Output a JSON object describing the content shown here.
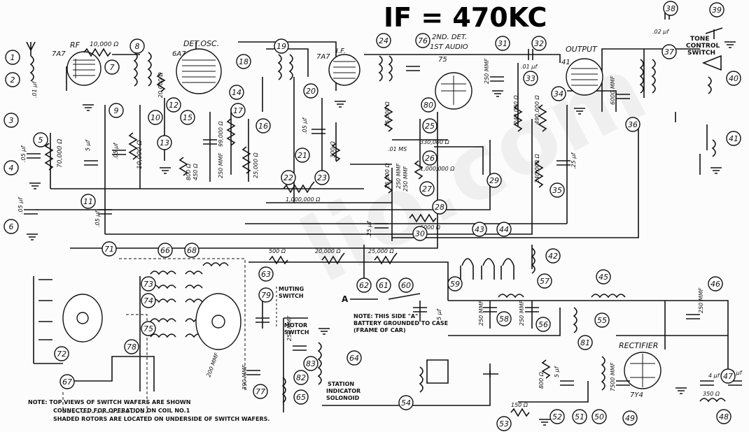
{
  "title": "IF = 470KC",
  "tubes": {
    "rf": {
      "func": "RF",
      "type": "7A7"
    },
    "det": {
      "func": "DET.OSC.",
      "type": "6A7"
    },
    "if": {
      "func": "I.F.",
      "type": "7A7"
    },
    "audio": {
      "func1": "2ND. DET.",
      "func2": "1ST AUDIO",
      "type": "75"
    },
    "output": {
      "func": "OUTPUT",
      "type": "41"
    },
    "rect": {
      "func": "RECTIFIER",
      "type": "7Y4"
    }
  },
  "tone": {
    "line1": "TONE",
    "line2": "CONTROL",
    "line3": "SWITCH"
  },
  "values": {
    "r7": "10,000 Ω",
    "c2": ".01 μf",
    "c4": ".05 μf",
    "r5": "70,000 Ω",
    "c6": ".05 μf",
    "c11a": ".05 μf",
    "c9": ".05 μf",
    "c5u": "5 μf",
    "r10": "10,000 Ω",
    "r12": "20,000 Ω",
    "r13": "800 Ω",
    "c15": "450 Ω",
    "r14": "99,000 Ω",
    "c17": "250 MMF",
    "r16": "25,000 Ω",
    "c21": ".05 μf",
    "r23": "300 Ω",
    "r22": "1,000,000 Ω",
    "r24": "25,000 Ω",
    "c26": ".01 MS",
    "r25": "330,000 Ω",
    "r29": "1,000,000 Ω",
    "c80": "250 MMF",
    "r28": "25,000 Ω",
    "c27": "250 MMF",
    "r30": "6000 Ω",
    "c11b": ".25 μf",
    "c31": "250 MMF",
    "c32": ".01 μf",
    "r33": "240,000 Ω",
    "r34": "490,000 Ω",
    "r35": "240,000 Ω",
    "c11c": ".25 μf",
    "c36": "6000 MMF",
    "c38": ".02 μf",
    "r62": "20,000 Ω",
    "r61": "25,000 Ω",
    "r63": "500 Ω",
    "c58": "250 MMF",
    "c59": "5 μf",
    "c56": "250 MMF",
    "c46": "250 MMF",
    "r52": "800 Ω",
    "r53": "150 Ω",
    "c51": "5 μf",
    "c49": "7500 MMF",
    "c47": "4 μf",
    "c47b": "8 μf",
    "r48": "350 Ω",
    "c82": "250 MMF",
    "c76": "390 MMF",
    "c63": "200 MMF"
  },
  "labels": {
    "muting": "MUTING",
    "muting2": "SWITCH",
    "motor": "MOTOR",
    "motor2": "SWITCH",
    "station1": "STATION",
    "station2": "INDICATOR",
    "station3": "SOLONOID",
    "a": "A",
    "note_a1": "NOTE: THIS SIDE \"A\"",
    "note_a2": "BATTERY GROUNDED TO CASE",
    "note_a3": "(FRAME OF CAR)",
    "note_b1": "NOTE: TOP VIEWS OF SWITCH WAFERS ARE SHOWN",
    "note_b2": "CONNECTED FOR OPERATION ON COIL NO.1",
    "note_b3": "SHADED ROTORS ARE LOCATED ON UNDERSIDE OF SWITCH WAFERS."
  },
  "callouts": [
    "1",
    "2",
    "3",
    "4",
    "5",
    "6",
    "7",
    "8",
    "9",
    "10",
    "11",
    "12",
    "13",
    "14",
    "15",
    "16",
    "17",
    "18",
    "19",
    "20",
    "21",
    "22",
    "23",
    "24",
    "25",
    "26",
    "27",
    "28",
    "29",
    "30",
    "31",
    "32",
    "33",
    "34",
    "35",
    "36",
    "37",
    "38",
    "39",
    "40",
    "41",
    "42",
    "43",
    "44",
    "45",
    "46",
    "47",
    "48",
    "49",
    "50",
    "51",
    "52",
    "53",
    "54",
    "55",
    "56",
    "57",
    "58",
    "59",
    "60",
    "61",
    "62",
    "63",
    "64",
    "65",
    "66",
    "67",
    "68",
    "71",
    "72",
    "73",
    "74",
    "75",
    "76",
    "77",
    "78",
    "79",
    "80",
    "81",
    "82",
    "83"
  ]
}
